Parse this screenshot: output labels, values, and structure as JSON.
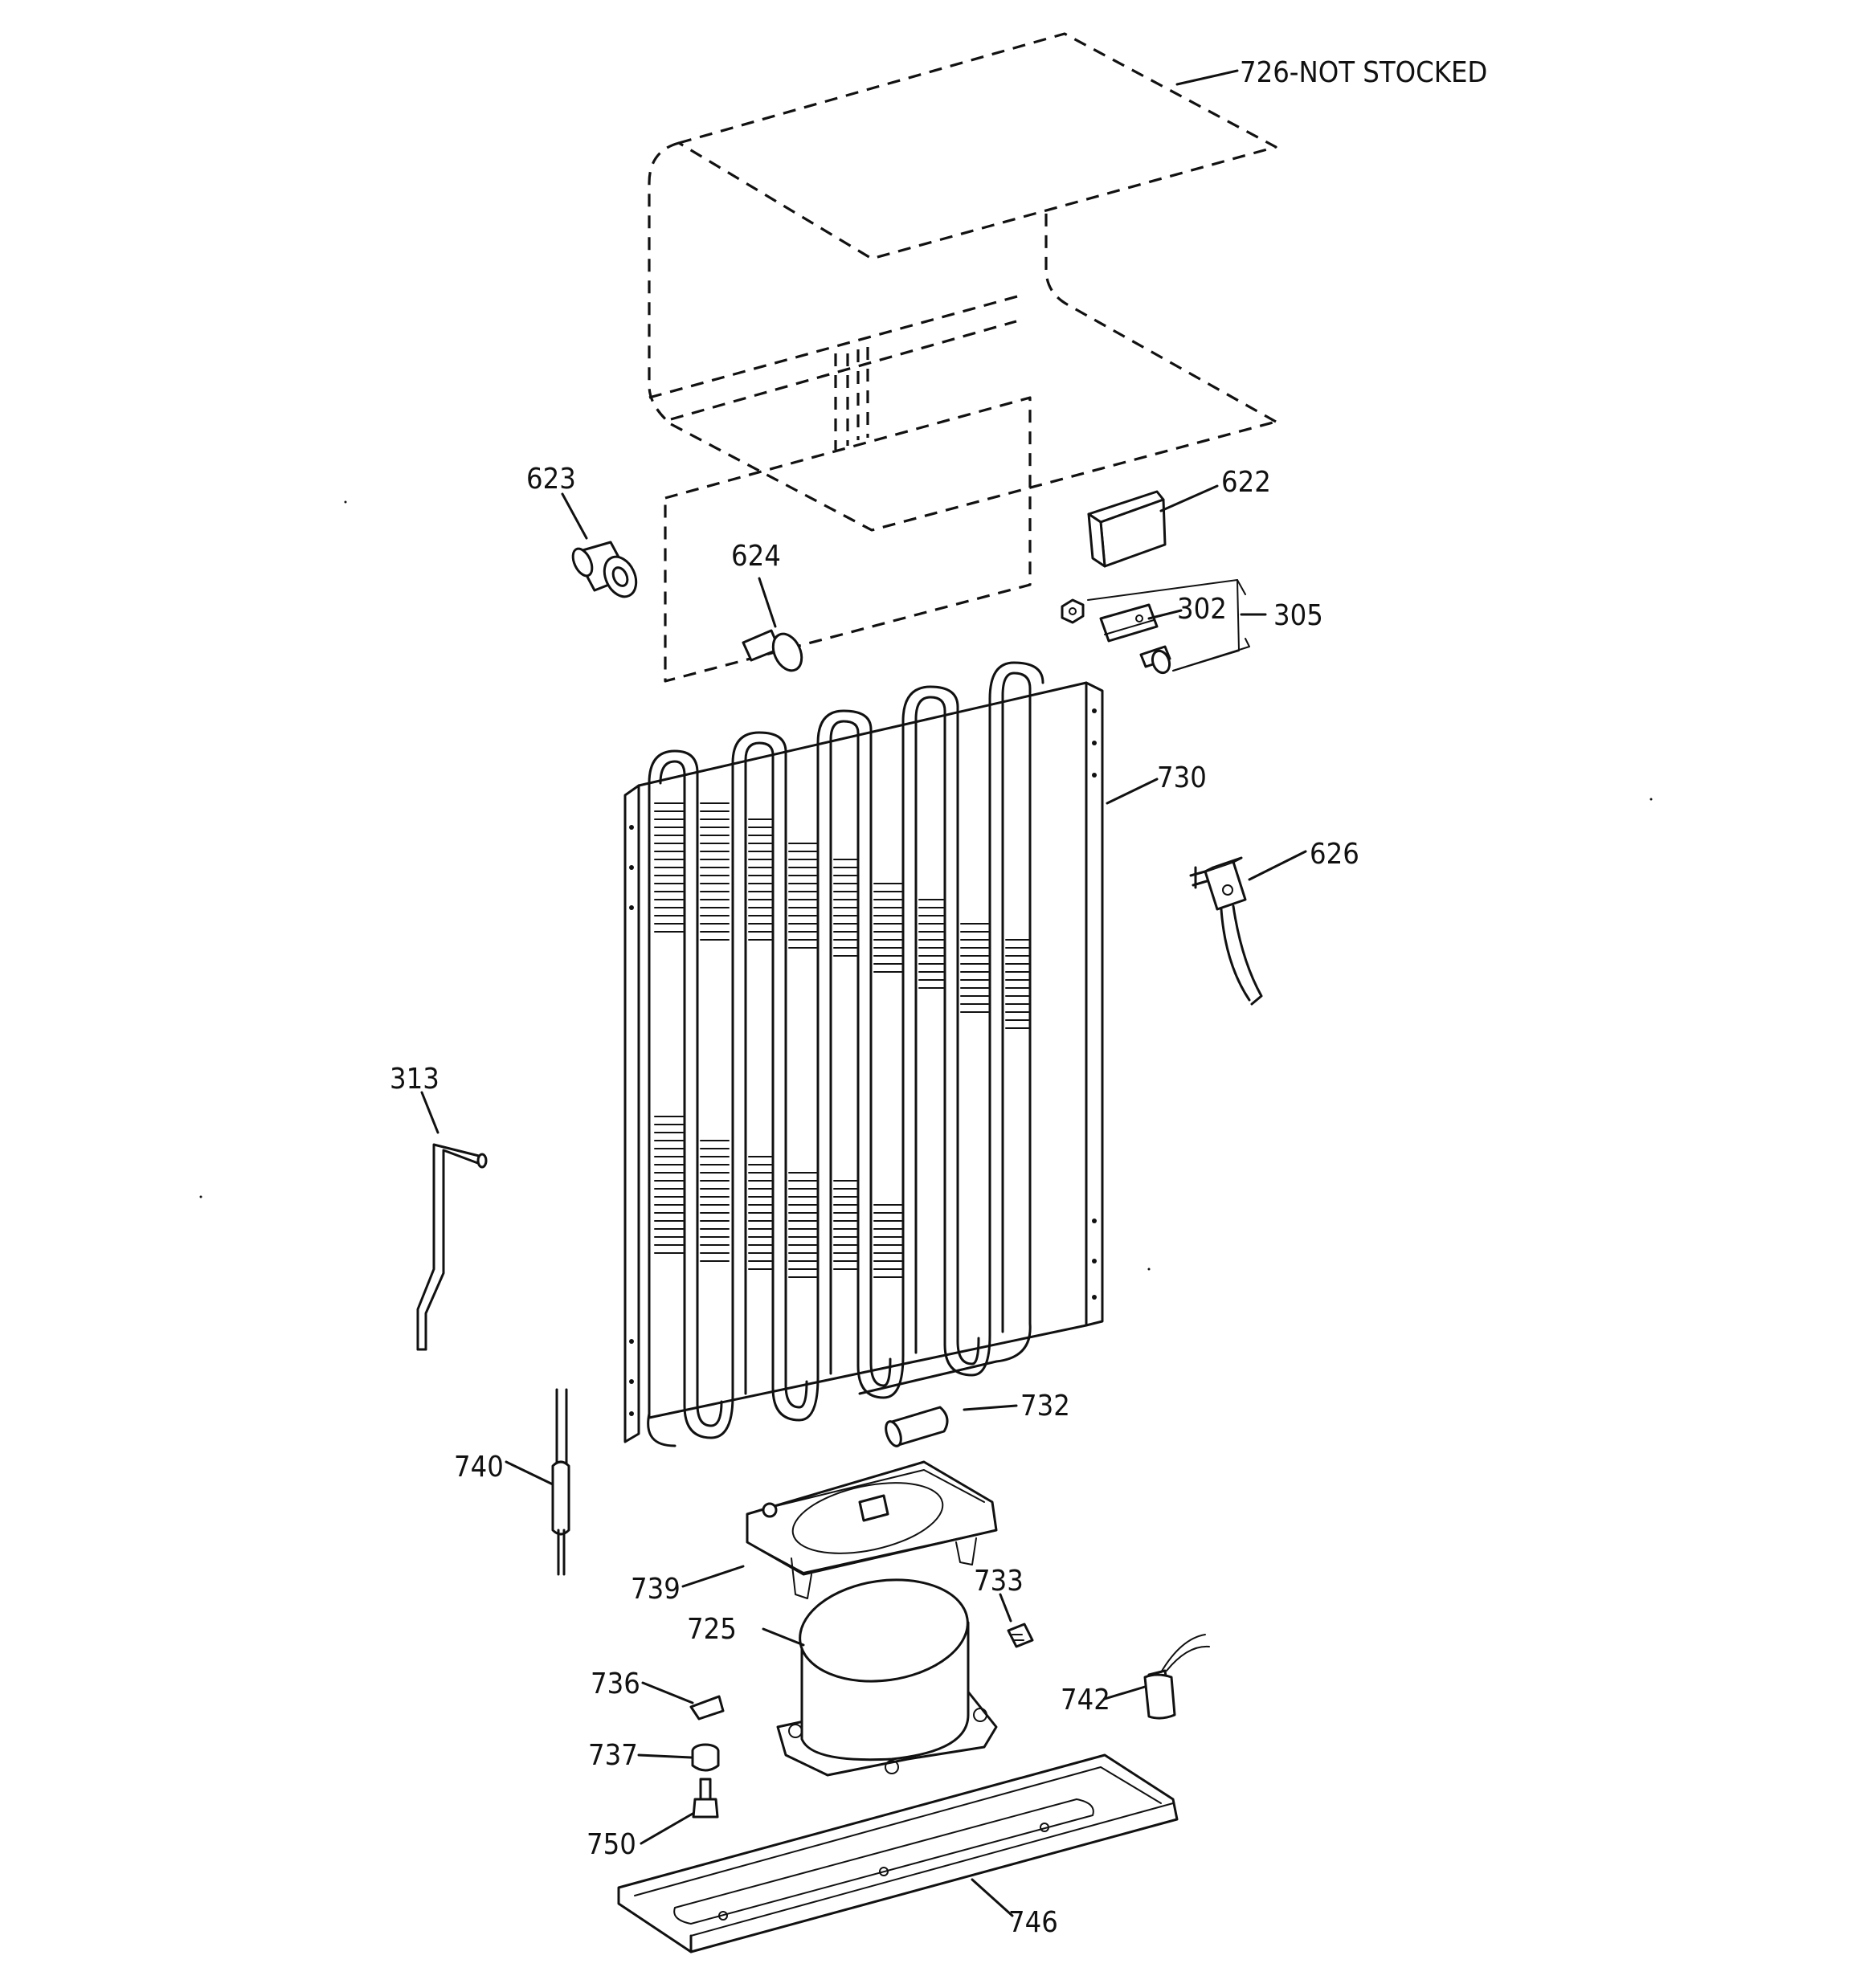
{
  "diagram": {
    "callouts": [
      {
        "id": "726",
        "text": "726-NOT STOCKED"
      },
      {
        "id": "623",
        "text": "623"
      },
      {
        "id": "622",
        "text": "622"
      },
      {
        "id": "624",
        "text": "624"
      },
      {
        "id": "302",
        "text": "302"
      },
      {
        "id": "305",
        "text": "305"
      },
      {
        "id": "730",
        "text": "730"
      },
      {
        "id": "626",
        "text": "626"
      },
      {
        "id": "313",
        "text": "313"
      },
      {
        "id": "732",
        "text": "732"
      },
      {
        "id": "740",
        "text": "740"
      },
      {
        "id": "739",
        "text": "739"
      },
      {
        "id": "733",
        "text": "733"
      },
      {
        "id": "725",
        "text": "725"
      },
      {
        "id": "736",
        "text": "736"
      },
      {
        "id": "742",
        "text": "742"
      },
      {
        "id": "737",
        "text": "737"
      },
      {
        "id": "750",
        "text": "750"
      },
      {
        "id": "746",
        "text": "746"
      }
    ]
  }
}
